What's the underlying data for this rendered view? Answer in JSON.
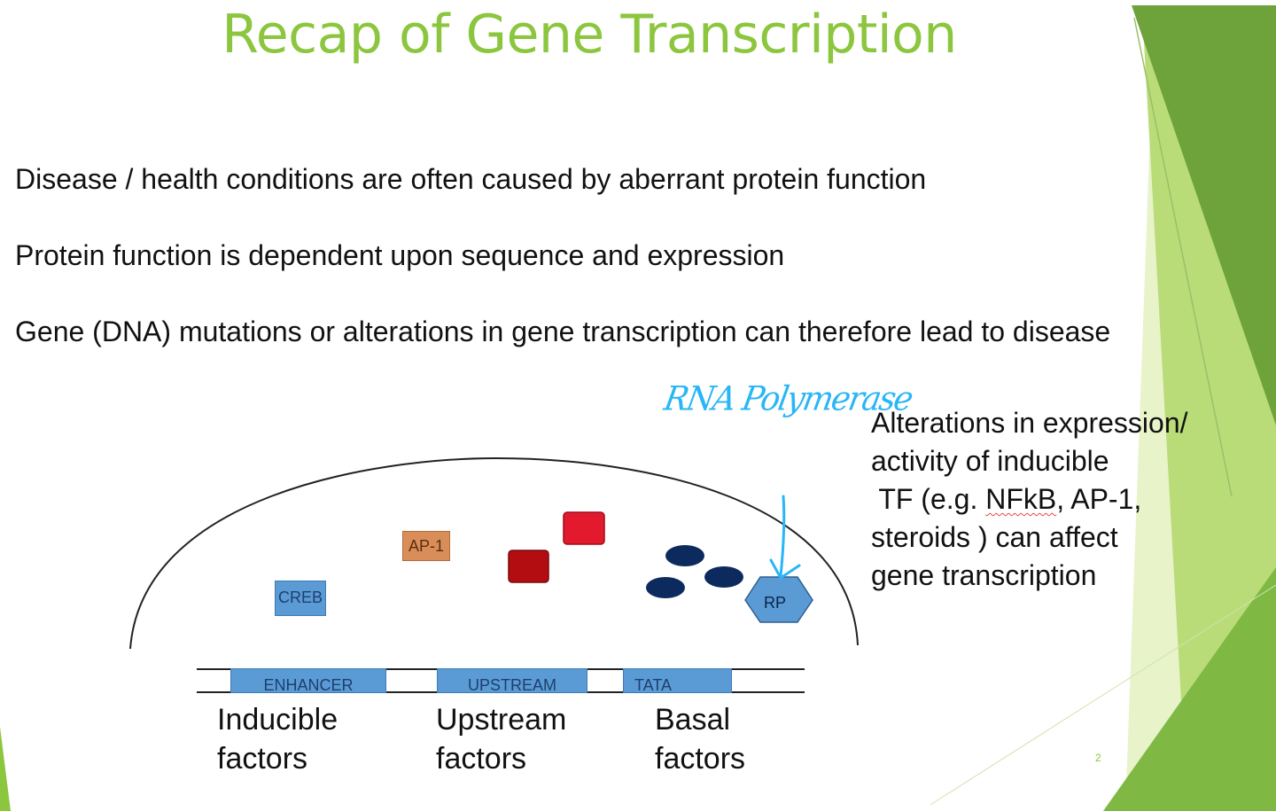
{
  "slide": {
    "title": "Recap of Gene Transcription",
    "bullets": [
      "Disease / health conditions are often caused by aberrant protein function",
      "Protein function is dependent upon sequence and expression",
      "Gene (DNA) mutations or alterations in gene transcription can therefore lead to disease"
    ],
    "side_note": {
      "line1": "Alterations in expression/",
      "line2": "activity of inducible",
      "line3_pre": " TF (e.g. ",
      "line3_nfkb": "NFkB",
      "line3_post": ", AP-1,",
      "line4": "steroids ) can affect",
      "line5": "gene transcription"
    },
    "handwritten_annotation": "RNA Polymerase",
    "page_number": "2"
  },
  "diagram": {
    "labels": {
      "creb": "CREB",
      "ap1": "AP-1",
      "rp": "RP"
    },
    "dna_regions": {
      "enhancer": "ENHANCER",
      "upstream": "UPSTREAM",
      "tata": "TATA"
    },
    "factor_groups": {
      "inducible": [
        "Inducible",
        "factors"
      ],
      "upstream": [
        "Upstream",
        "factors"
      ],
      "basal": [
        "Basal",
        "factors"
      ]
    }
  },
  "colors": {
    "title_green": "#8cc63f",
    "dark_green": "#5f9a34",
    "light_green": "#d7eaa8",
    "protein_blue": "#5b9bd5",
    "ap1_orange": "#d98e5a",
    "red_factor": "#e3192e",
    "dark_red_factor": "#b30d12",
    "navy_factor": "#0d2a5e",
    "annotation_cyan": "#29b6f6"
  }
}
